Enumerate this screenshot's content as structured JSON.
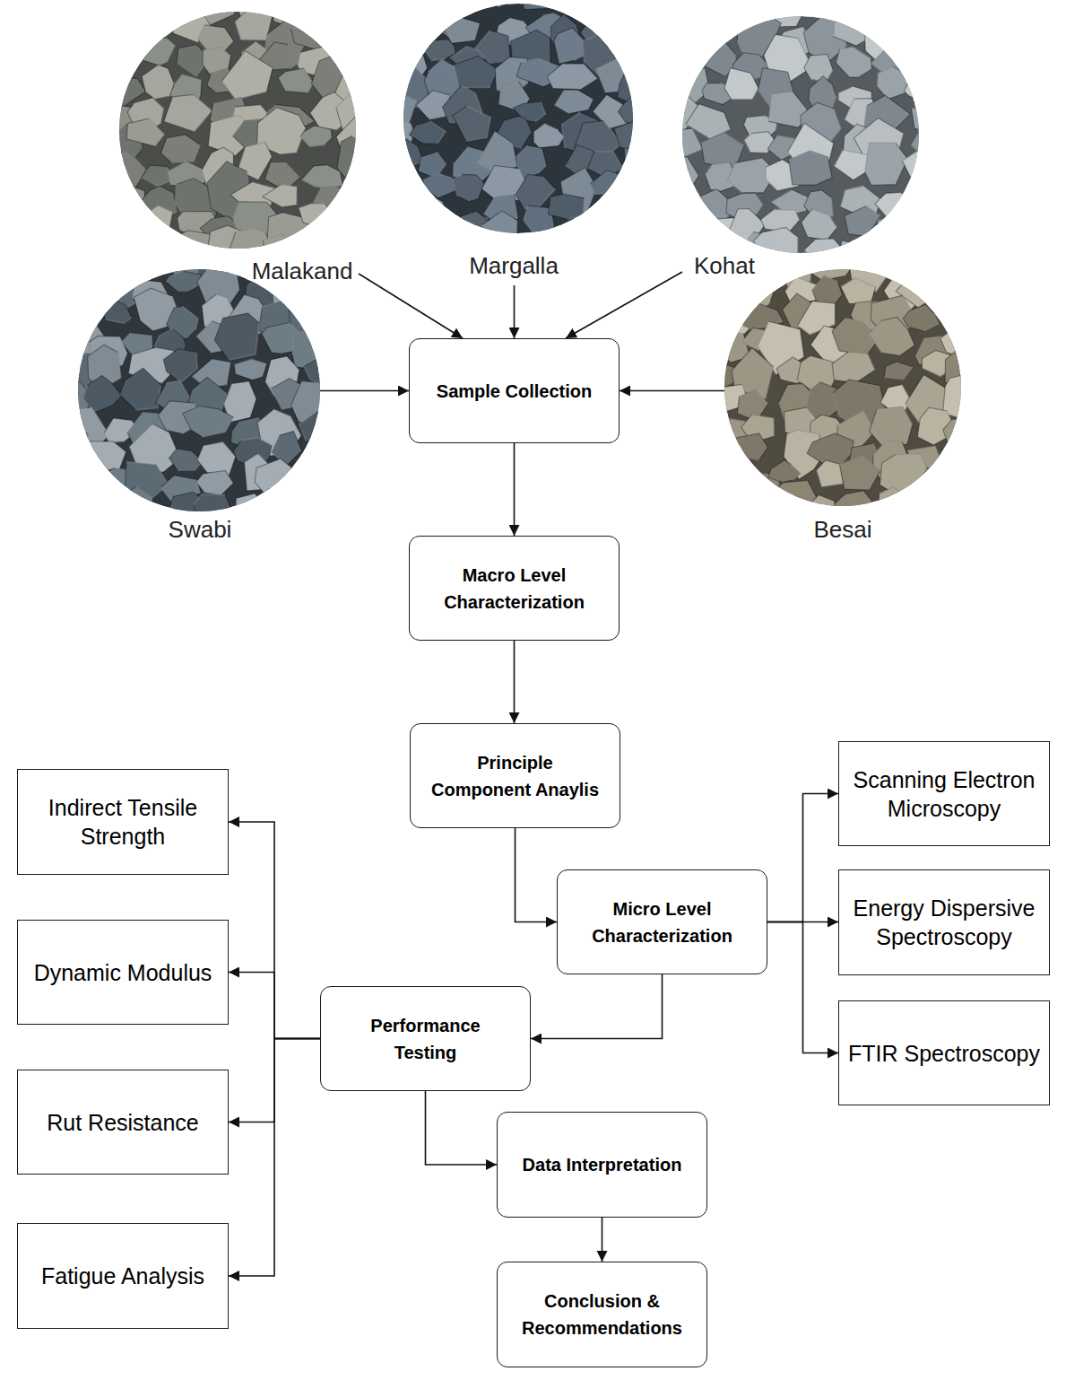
{
  "diagram": {
    "nodes": [
      {
        "text": [
          "Malakand"
        ]
      },
      {
        "text": [
          "Margalla"
        ]
      },
      {
        "text": [
          "Kohat"
        ]
      },
      {
        "text": [
          "Swabi"
        ]
      },
      {
        "text": [
          "Besai"
        ]
      },
      {
        "text": [
          "Sample Collection"
        ]
      },
      {
        "text": [
          "Macro Level Characterization"
        ]
      },
      {
        "text": [
          "Principle Component Anaylis"
        ]
      },
      {
        "text": [
          "Micro Level Characterization"
        ]
      },
      {
        "text": [
          "Scanning Electron Microscopy"
        ]
      },
      {
        "text": [
          "Energy Dispersive Spectroscopy"
        ]
      },
      {
        "text": [
          "FTIR Spectroscopy"
        ]
      },
      {
        "text": [
          "Performance Testing"
        ]
      },
      {
        "text": [
          "Indirect Tensile Strength"
        ]
      },
      {
        "text": [
          "Dynamic Modulus"
        ]
      },
      {
        "text": [
          "Rut Resistance"
        ]
      },
      {
        "text": [
          "Fatigue Analysis"
        ]
      },
      {
        "text": [
          "Data Interpretation"
        ]
      },
      {
        "text": [
          "Conclusion & Recommendations"
        ]
      }
    ],
    "edges": [
      {
        "from": 0,
        "to": 5,
        "arrow": "to"
      },
      {
        "from": 1,
        "to": 5,
        "arrow": "to"
      },
      {
        "from": 2,
        "to": 5,
        "arrow": "to"
      },
      {
        "from": 3,
        "to": 5,
        "arrow": "to"
      },
      {
        "from": 4,
        "to": 5,
        "arrow": "to"
      },
      {
        "from": 5,
        "to": 6,
        "arrow": "to"
      },
      {
        "from": 6,
        "to": 7,
        "arrow": "to"
      },
      {
        "from": 7,
        "to": 8,
        "arrow": "to"
      },
      {
        "from": 8,
        "to": 9,
        "arrow": "to"
      },
      {
        "from": 8,
        "to": 10,
        "arrow": "to"
      },
      {
        "from": 8,
        "to": 11,
        "arrow": "to"
      },
      {
        "from": 8,
        "to": 12,
        "arrow": "to"
      },
      {
        "from": 12,
        "to": 13,
        "arrow": "to"
      },
      {
        "from": 12,
        "to": 14,
        "arrow": "to"
      },
      {
        "from": 12,
        "to": 15,
        "arrow": "to"
      },
      {
        "from": 12,
        "to": 16,
        "arrow": "to"
      },
      {
        "from": 12,
        "to": 17,
        "arrow": "to"
      },
      {
        "from": 17,
        "to": 18,
        "arrow": "to"
      }
    ]
  }
}
